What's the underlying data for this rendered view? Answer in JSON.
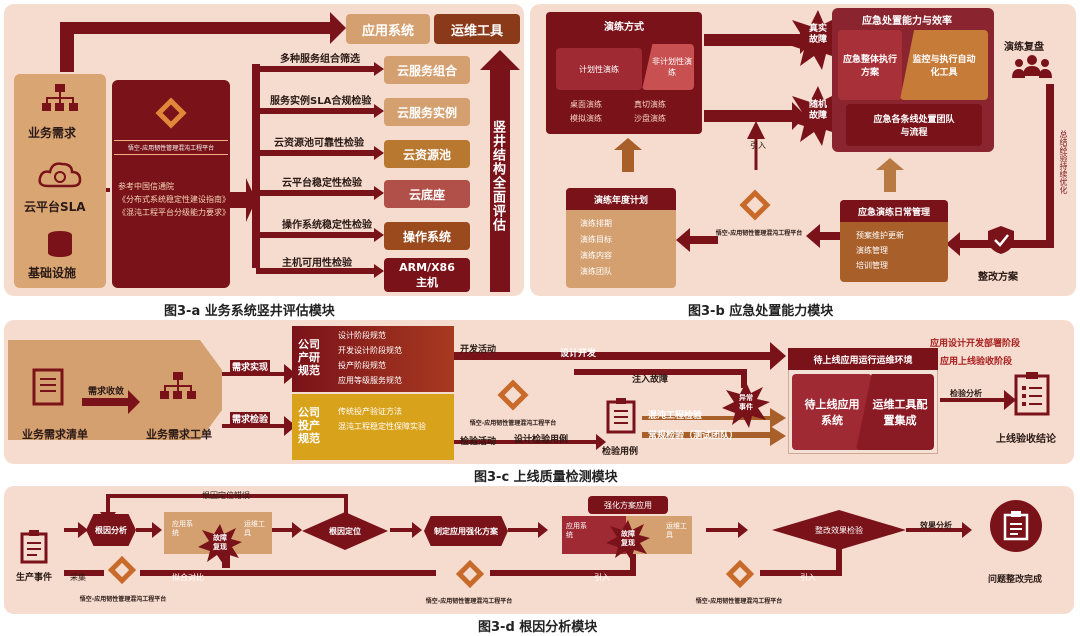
{
  "a": {
    "caption": "图3-a 业务系统竖井评估模块",
    "left_items": [
      "业务需求",
      "云平台SLA",
      "基础设施"
    ],
    "platform_title": "悟空-应用韧性管理混沌工程平台",
    "refs": [
      "参考中国信通院",
      "《分布式系统稳定性建设指南》",
      "《混沌工程平台分级能力要求》"
    ],
    "top_right": [
      "应用系统",
      "运维工具"
    ],
    "checks": [
      "多种服务组合筛选",
      "服务实例SLA合规检验",
      "云资源池可靠性检验",
      "云平台稳定性检验",
      "操作系统稳定性检验",
      "主机可用性检验"
    ],
    "targets": [
      "云服务组合",
      "云服务实例",
      "云资源池",
      "云底座",
      "操作系统",
      "ARM/X86 主机"
    ],
    "vertical": "竖井结构全面评估"
  },
  "b": {
    "caption": "图3-b 应急处置能力模块",
    "drill_mode": "演练方式",
    "plan_types": [
      "计划性演练",
      "非计划性演练"
    ],
    "drill_kinds": [
      "桌面演练",
      "真切演练",
      "模拟演练",
      "沙盘演练"
    ],
    "real_fault": "真实故障",
    "random_fault": "随机故障",
    "ability_title": "应急处置能力与效率",
    "ability_items": [
      "应急整体执行方案",
      "监控与执行自动化工具",
      "应急各条线处置团队与流程"
    ],
    "review": "演练复盘",
    "side_text": "总结经验持续优化",
    "annual_plan": "演练年度计划",
    "annual_items": [
      "演练排期",
      "演练目标",
      "演练内容",
      "演练团队"
    ],
    "inject": "引入",
    "platform_title": "悟空-应用韧性管理混沌工程平台",
    "daily_title": "应急演练日常管理",
    "daily_items": [
      "预案维护更新",
      "演练管理",
      "培训管理"
    ],
    "fix_plan": "整改方案"
  },
  "c": {
    "caption": "图3-c 上线质量检测模块",
    "req_list": "业务需求清单",
    "req_collect": "需求收敛",
    "req_ticket": "业务需求工单",
    "req_impl": "需求实现",
    "req_check": "需求检验",
    "dev_spec_title": "公司产研规范",
    "dev_spec_items": [
      "设计阶段规范",
      "开发设计阶段规范",
      "投产阶段规范",
      "应用等级服务规范"
    ],
    "ops_spec_title": "公司投产规范",
    "ops_spec_items": [
      "传统投产验证方法",
      "混沌工程稳定性保障实验"
    ],
    "dev_activity": "开发活动",
    "design_dev": "设计开发",
    "inject_fault": "注入故障",
    "abnormal": "异常事件",
    "platform_title": "悟空-应用韧性管理混沌工程平台",
    "test_activity": "检验活动",
    "design_cases": "设计检验用例",
    "test_cases": "检验用例",
    "chaos_check": "混沌工程检验",
    "regular_check": "常规检验（测试团队）",
    "env_title": "待上线应用运行运维环境",
    "pending_app": "待上线应用系统",
    "ops_tool": "运维工具配置集成",
    "stage1": "应用设计开发部署阶段",
    "stage2": "应用上线验收阶段",
    "analysis": "检验分析",
    "conclusion": "上线验收结论"
  },
  "d": {
    "caption": "图3-d 根因分析模块",
    "prod_event": "生产事件",
    "collect": "采集",
    "root_analysis": "根因分析",
    "app_system": "应用系统",
    "ops_tool": "运维工具",
    "fault_repro": "故障复现",
    "root_locate": "根因定位",
    "locate_error": "根因定位错误",
    "make_plan": "制定应用强化方案",
    "harden_apply": "强化方案应用",
    "effect_check": "整改效果检验",
    "effect_analysis": "效果分析",
    "done": "问题整改完成",
    "compare": "拟合对比",
    "inject": "引入",
    "platform_title": "悟空-应用韧性管理混沌工程平台"
  }
}
